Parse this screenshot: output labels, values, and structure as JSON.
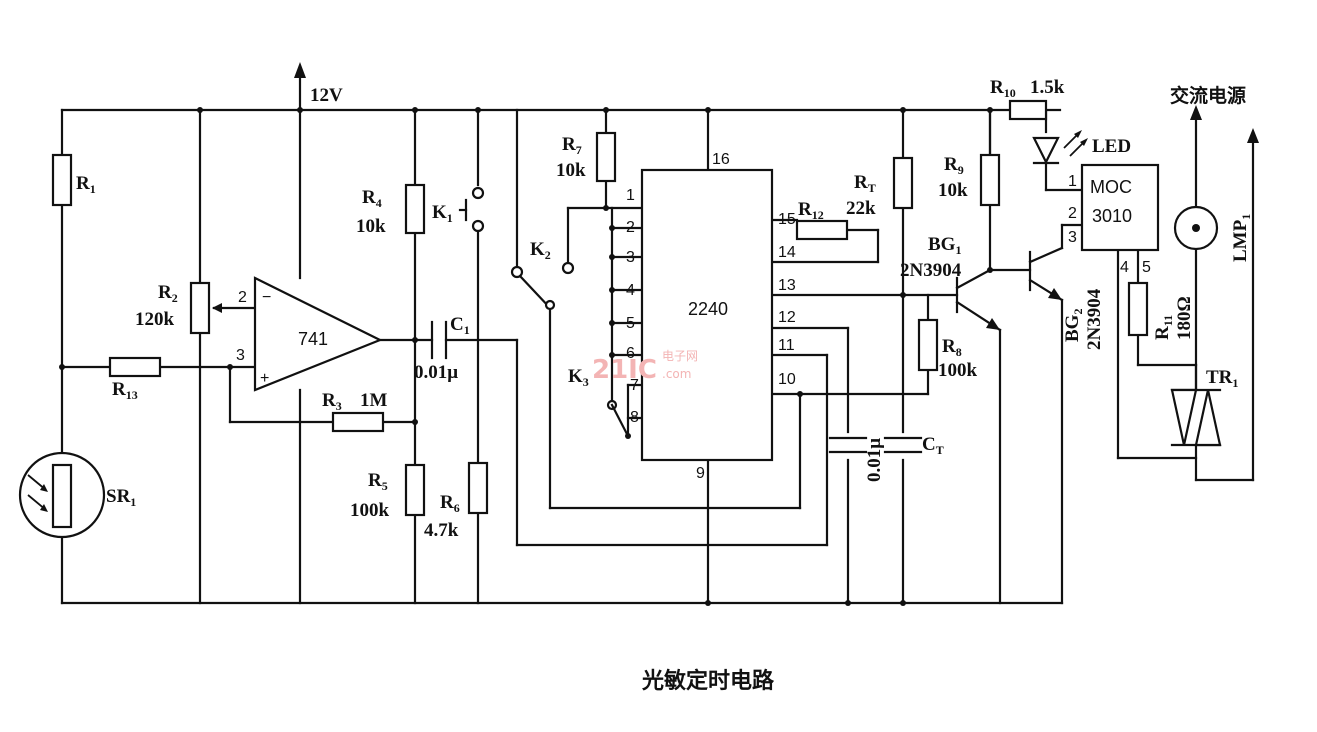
{
  "diagram": {
    "caption": "光敏定时电路",
    "supply_label": "12V",
    "ac_supply_label": "交流电源",
    "watermark": {
      "brand": "21IC",
      "cn": "电子网",
      "domain": ".com"
    },
    "components": {
      "R1": {
        "name": "R",
        "sub": "1"
      },
      "R2": {
        "name": "R",
        "sub": "2",
        "value": "120k"
      },
      "R3": {
        "name": "R",
        "sub": "3",
        "value": "1M"
      },
      "R4": {
        "name": "R",
        "sub": "4",
        "value": "10k"
      },
      "R5": {
        "name": "R",
        "sub": "5",
        "value": "100k"
      },
      "R6": {
        "name": "R",
        "sub": "6",
        "value": "4.7k"
      },
      "R7": {
        "name": "R",
        "sub": "7",
        "value": "10k"
      },
      "R8": {
        "name": "R",
        "sub": "8",
        "value": "100k"
      },
      "R9": {
        "name": "R",
        "sub": "9",
        "value": "10k"
      },
      "R10": {
        "name": "R",
        "sub": "10",
        "value": "1.5k"
      },
      "R11": {
        "name": "R",
        "sub": "11",
        "value": "180Ω"
      },
      "R12": {
        "name": "R",
        "sub": "12"
      },
      "R13": {
        "name": "R",
        "sub": "13"
      },
      "RT": {
        "name": "R",
        "sub": "T",
        "value": "22k"
      },
      "C1": {
        "name": "C",
        "sub": "1",
        "value": "0.01μ"
      },
      "CT": {
        "name": "C",
        "sub": "T",
        "value": "0.01μ"
      },
      "K1": {
        "name": "K",
        "sub": "1"
      },
      "K2": {
        "name": "K",
        "sub": "2"
      },
      "K3": {
        "name": "K",
        "sub": "3"
      },
      "SR1": {
        "name": "SR",
        "sub": "1"
      },
      "opamp": {
        "model": "741",
        "pin_minus": "2",
        "pin_plus": "3",
        "sign_minus": "−",
        "sign_plus": "+"
      },
      "timer": {
        "model": "2240",
        "pins": [
          "1",
          "2",
          "3",
          "4",
          "5",
          "6",
          "7",
          "8",
          "9",
          "10",
          "11",
          "12",
          "13",
          "14",
          "15",
          "16"
        ]
      },
      "BG1": {
        "name": "BG",
        "sub": "1",
        "model": "2N3904"
      },
      "BG2": {
        "name": "BG",
        "sub": "2",
        "model": "2N3904"
      },
      "LED": {
        "label": "LED"
      },
      "MOC": {
        "line1": "MOC",
        "line2": "3010",
        "pins": [
          "1",
          "2",
          "3",
          "4",
          "5"
        ]
      },
      "LMP1": {
        "name": "LMP",
        "sub": "1"
      },
      "TR1": {
        "name": "TR",
        "sub": "1"
      }
    }
  }
}
